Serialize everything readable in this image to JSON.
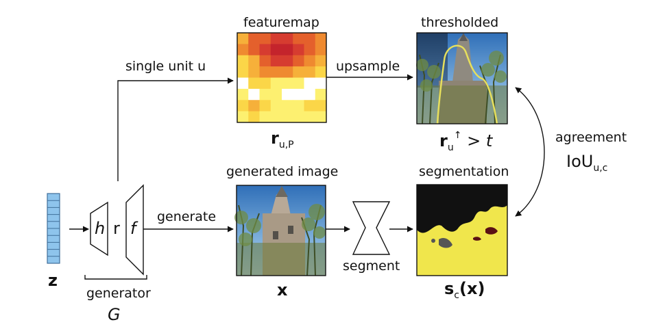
{
  "labels": {
    "single_unit": "single unit u",
    "featuremap": "featuremap",
    "upsample": "upsample",
    "thresholded": "thresholded",
    "agreement": "agreement",
    "generated_image": "generated image",
    "segmentation": "segmentation",
    "generate": "generate",
    "segment": "segment",
    "generator": "generator"
  },
  "symbols": {
    "z": "z",
    "h": "h",
    "r": "r",
    "f": "f",
    "x": "x",
    "G": "G",
    "r_featuremap": "r",
    "r_featuremap_sub": "u,P",
    "r_thresh": "r",
    "r_thresh_sub": "u",
    "r_thresh_sup": "↑",
    "thresh_rel": "> ",
    "thresh_t": "t",
    "iou": "IoU",
    "iou_sub": "u,c",
    "s": "s",
    "s_sub": "c",
    "s_arg": "(x)"
  },
  "colors": {
    "z_vector": "#8ec4ec",
    "seg_background": "#f0e64c",
    "seg_foreground": "#111111",
    "seg_dark_red": "#5a1014",
    "heat_palette": [
      "#ffffff",
      "#fdf070",
      "#fbd648",
      "#f6b03a",
      "#ef8a30",
      "#e4602c",
      "#d63c30",
      "#c4242c"
    ]
  },
  "featuremap": {
    "rows": 8,
    "cols": 8,
    "levels": [
      [
        3,
        5,
        5,
        6,
        6,
        5,
        5,
        4
      ],
      [
        4,
        5,
        6,
        7,
        7,
        6,
        5,
        4
      ],
      [
        2,
        3,
        5,
        6,
        6,
        5,
        4,
        3
      ],
      [
        2,
        3,
        4,
        4,
        4,
        3,
        3,
        2
      ],
      [
        0,
        2,
        2,
        1,
        1,
        1,
        0,
        0
      ],
      [
        1,
        0,
        1,
        1,
        0,
        0,
        0,
        1
      ],
      [
        2,
        3,
        2,
        1,
        1,
        1,
        2,
        2
      ],
      [
        1,
        2,
        1,
        1,
        1,
        1,
        1,
        1
      ]
    ]
  }
}
